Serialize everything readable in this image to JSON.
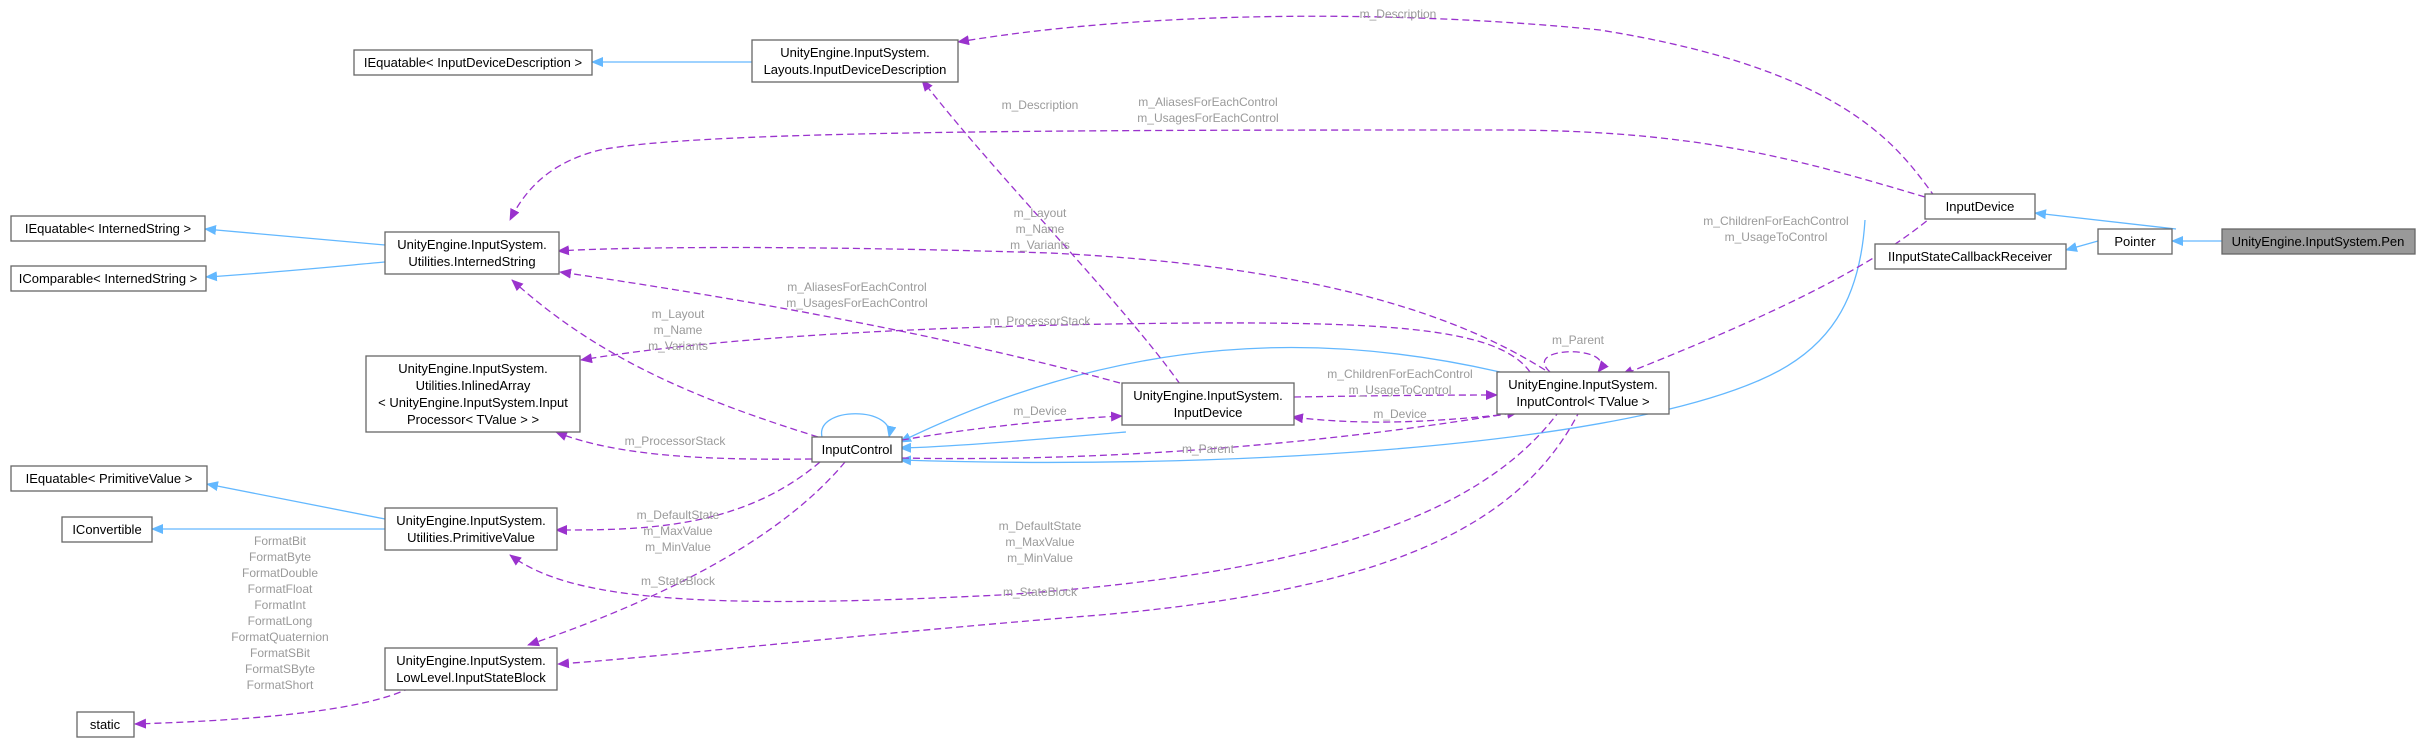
{
  "nodes": {
    "pen": "UnityEngine.InputSystem.Pen",
    "pointer": "Pointer",
    "input_device": "InputDevice",
    "iinput_state_callback_receiver": "IInputStateCallbackReceiver",
    "input_device_description": [
      "UnityEngine.InputSystem.",
      "Layouts.InputDeviceDescription"
    ],
    "iequatable_input_device_description": "IEquatable< InputDeviceDescription >",
    "interned_string": [
      "UnityEngine.InputSystem.",
      "Utilities.InternedString"
    ],
    "iequatable_interned_string": "IEquatable< InternedString >",
    "icomparable_interned_string": "IComparable< InternedString >",
    "inlined_array": [
      "UnityEngine.InputSystem.",
      "Utilities.InlinedArray",
      "< UnityEngine.InputSystem.Input",
      "Processor< TValue > >"
    ],
    "input_control": "InputControl",
    "input_device_full": [
      "UnityEngine.InputSystem.",
      "InputDevice"
    ],
    "input_control_tvalue": [
      "UnityEngine.InputSystem.",
      "InputControl< TValue >"
    ],
    "primitive_value": [
      "UnityEngine.InputSystem.",
      "Utilities.PrimitiveValue"
    ],
    "iequatable_primitive_value": "IEquatable< PrimitiveValue >",
    "iconvertible": "IConvertible",
    "input_state_block": [
      "UnityEngine.InputSystem.",
      "LowLevel.InputStateBlock"
    ],
    "static": "static"
  },
  "labels": {
    "top_description": "m_Description",
    "mid_description": "m_Description",
    "aliases_usages_top": [
      "m_AliasesForEachControl",
      "m_UsagesForEachControl"
    ],
    "children_usage_right": [
      "m_ChildrenForEachControl",
      "m_UsageToControl"
    ],
    "layout_name_variants_top": [
      "m_Layout",
      "m_Name",
      "m_Variants"
    ],
    "aliases_usages_mid": [
      "m_AliasesForEachControl",
      "m_UsagesForEachControl"
    ],
    "layout_name_variants_left": [
      "m_Layout",
      "m_Name",
      "m_Variants"
    ],
    "processor_stack_top": "m_ProcessorStack",
    "parent_self": "m_Parent",
    "children_usage_mid": [
      "m_ChildrenForEachControl",
      "m_UsageToControl"
    ],
    "device_left": "m_Device",
    "device_right": "m_Device",
    "parent_bottom": "m_Parent",
    "processor_stack_bottom": "m_ProcessorStack",
    "default_max_min_left": [
      "m_DefaultState",
      "m_MaxValue",
      "m_MinValue"
    ],
    "state_block_left": "m_StateBlock",
    "default_max_min_bottom": [
      "m_DefaultState",
      "m_MaxValue",
      "m_MinValue"
    ],
    "state_block_bottom": "m_StateBlock",
    "format_list": [
      "FormatBit",
      "FormatByte",
      "FormatDouble",
      "FormatFloat",
      "FormatInt",
      "FormatLong",
      "FormatQuaternion",
      "FormatSBit",
      "FormatSByte",
      "FormatShort"
    ]
  },
  "colors": {
    "inheritance": "#63b8ff",
    "usage": "#9a32cd",
    "node_border": "#666666",
    "focus_fill": "#999999",
    "label_text": "#9a9a9a"
  }
}
